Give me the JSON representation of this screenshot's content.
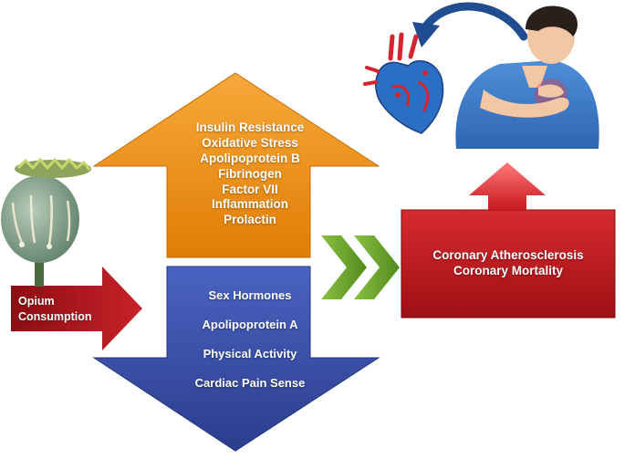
{
  "increase_factors": [
    "Insulin Resistance",
    "Oxidative Stress",
    "Apolipoprotein B",
    "Fibrinogen",
    "Factor VII",
    "Inflammation",
    "Prolactin"
  ],
  "decrease_factors": [
    "Sex Hormones",
    "Apolipoprotein A",
    "Physical Activity",
    "Cardiac Pain Sense"
  ],
  "exposure": {
    "line1": "Opium",
    "line2": "Consumption"
  },
  "outcome": {
    "line1": "Coronary Atherosclerosis",
    "line2": "Coronary Mortality"
  },
  "colors": {
    "up_arrow": "#ef8a10",
    "down_arrow": "#3a4fa8",
    "outcome_box": "#c0161c",
    "exposure_arrow": "#b3151a",
    "chevrons": "#6aa12a",
    "curved_arrow": "#1f4d8f"
  },
  "icons": [
    "opium-poppy-pod-icon",
    "heart-anatomy-icon",
    "chest-pain-person-icon",
    "curved-arrow-icon",
    "double-chevron-icon"
  ]
}
